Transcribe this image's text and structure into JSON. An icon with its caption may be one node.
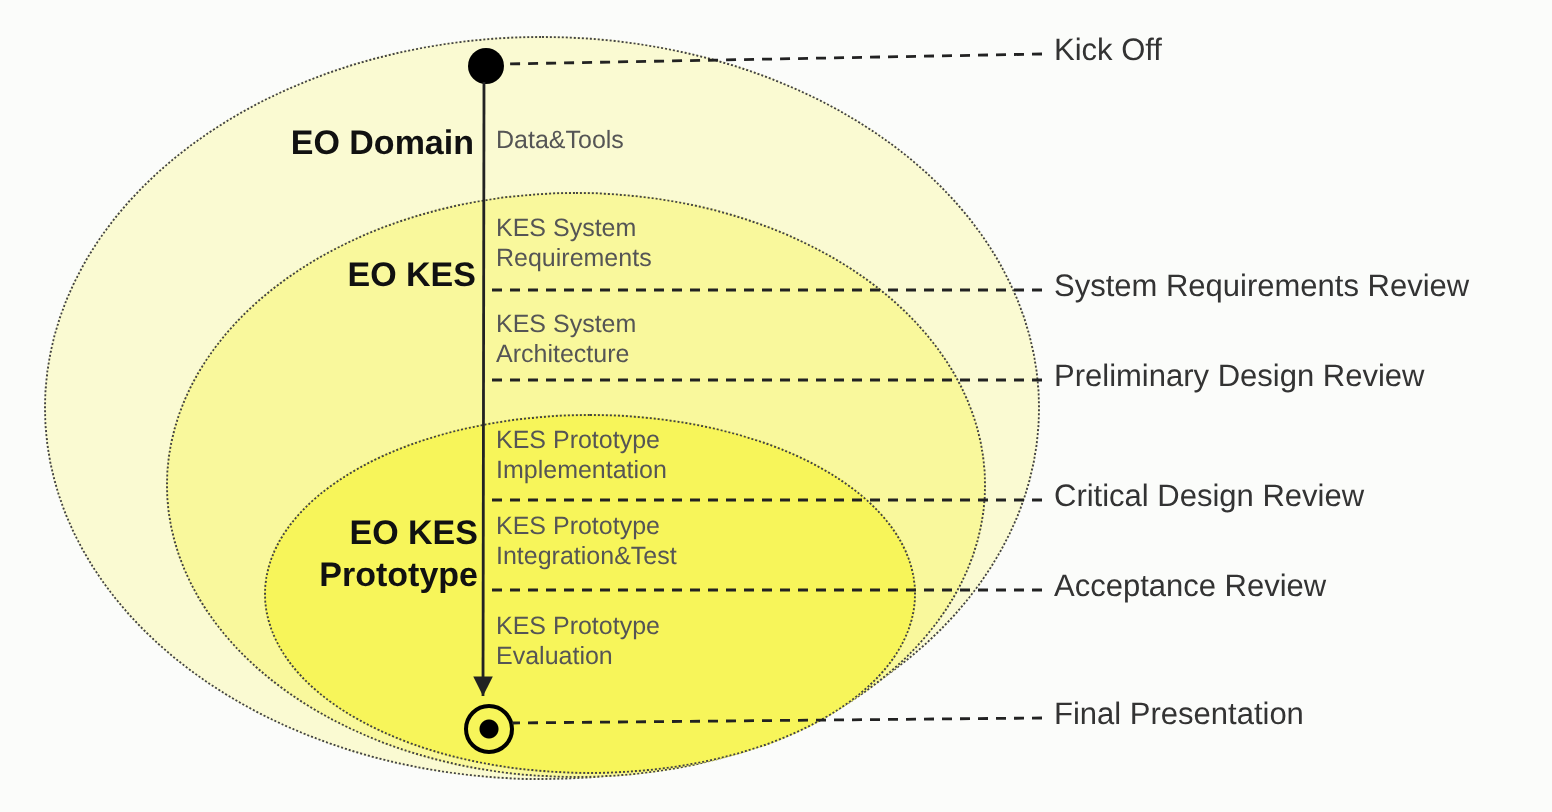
{
  "diagram": {
    "nodes": [
      {
        "text": [
          "EO Domain"
        ]
      },
      {
        "text": [],
        "shape": "circle",
        "in": 0
      },
      {
        "text": [
          "Kick Off"
        ]
      },
      {
        "text": [
          "EO KES"
        ],
        "in": 0
      },
      {
        "text": [
          "System Requirements Review"
        ]
      },
      {
        "text": [
          "Preliminary Design Review"
        ]
      },
      {
        "text": [
          "EO KES Prototype"
        ],
        "in": 3
      },
      {
        "text": [
          "Critical Design Review"
        ]
      },
      {
        "text": [
          "Acceptance Review"
        ]
      },
      {
        "text": [],
        "shape": "circle",
        "in": 6
      },
      {
        "text": [
          "Final Presentation"
        ]
      }
    ],
    "edges": [
      {
        "from": 1,
        "to": 9,
        "arrow": "to"
      },
      {
        "from": 2,
        "to": 1,
        "arrow": "none",
        "style": "dashed"
      },
      {
        "from": 4,
        "to": null,
        "arrow": "none",
        "style": "dashed"
      },
      {
        "from": 5,
        "to": null,
        "arrow": "none",
        "style": "dashed"
      },
      {
        "from": 7,
        "to": null,
        "arrow": "none",
        "style": "dashed"
      },
      {
        "from": 8,
        "to": null,
        "arrow": "none",
        "style": "dashed"
      },
      {
        "from": 10,
        "to": 9,
        "arrow": "none",
        "style": "dashed"
      }
    ],
    "labels": [
      "Data&Tools",
      "KES System Requirements",
      "KES System Architecture",
      "KES Prototype Implementation",
      "KES Prototype Integration&Test",
      "KES Prototype Evaluation"
    ]
  }
}
